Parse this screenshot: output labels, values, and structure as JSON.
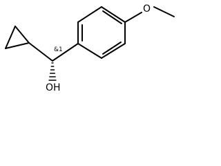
{
  "molecule": {
    "atoms": {
      "methoxy_oxygen": "O",
      "hydroxyl": "OH"
    },
    "stereo_annotation": "&1",
    "stereo_bond": "hashed-wedge"
  },
  "colors": {
    "bonds": "#000000",
    "text": "#000000",
    "background": "#ffffff"
  }
}
